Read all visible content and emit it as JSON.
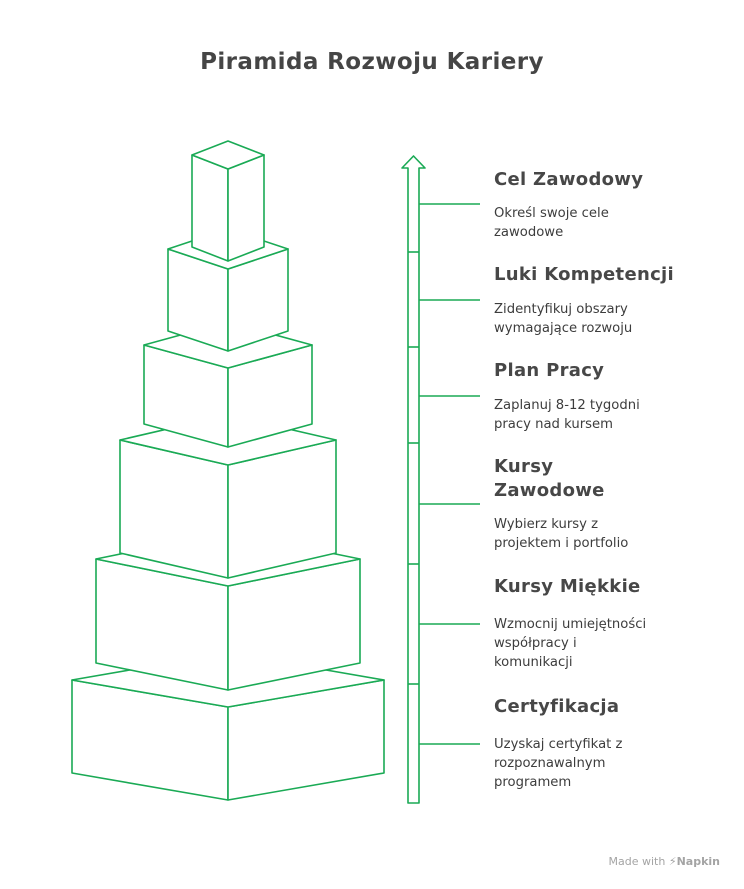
{
  "title": "Piramida Rozwoju Kariery",
  "stroke_color": "#1aaa55",
  "steps": [
    {
      "title": "Cel Zawodowy",
      "desc": "Określ swoje cele\nzawodowe"
    },
    {
      "title": "Luki Kompetencji",
      "desc": "Zidentyfikuj obszary\nwymagające rozwoju"
    },
    {
      "title": "Plan Pracy",
      "desc": "Zaplanuj 8-12 tygodni\npracy nad kursem"
    },
    {
      "title": "Kursy\nZawodowe",
      "desc": "Wybierz kursy z\nprojektem i portfolio"
    },
    {
      "title": "Kursy Miękkie",
      "desc": "Wzmocnij umiejętności\nwspółpracy i\nkomunikacji"
    },
    {
      "title": "Certyfikacja",
      "desc": "Uzyskaj certyfikat z\nrozpoznawalnym\nprogramem"
    }
  ],
  "watermark": {
    "prefix": "Made with",
    "brand": "Napkin",
    "icon": "napkin-logo-icon"
  }
}
